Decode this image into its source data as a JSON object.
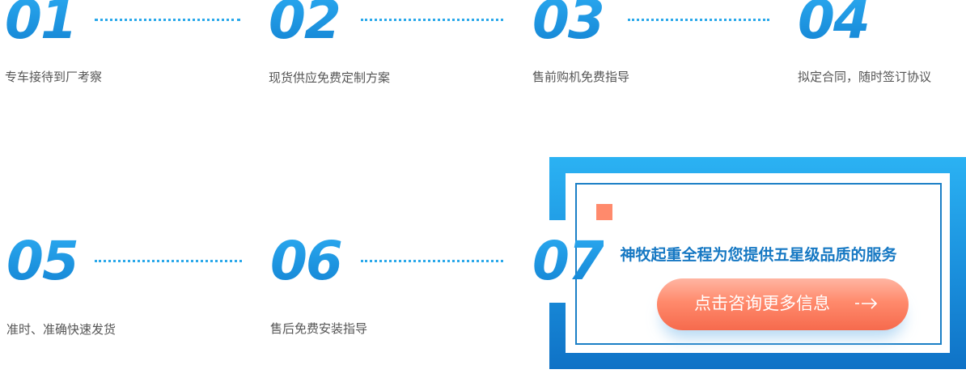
{
  "steps": [
    {
      "num": "01",
      "text": "专车接待到厂考察"
    },
    {
      "num": "02",
      "text": "现货供应免费定制方案"
    },
    {
      "num": "03",
      "text": "售前购机免费指导"
    },
    {
      "num": "04",
      "text": "拟定合同，随时签订协议"
    },
    {
      "num": "05",
      "text": "准时、准确快速发货"
    },
    {
      "num": "06",
      "text": "售后免费安装指导"
    },
    {
      "num": "07"
    }
  ],
  "cta": {
    "title": "神牧起重全程为您提供五星级品质的服务",
    "button_label": "点击咨询更多信息",
    "button_icon": "arrow-right-icon"
  },
  "colors": {
    "number_blue": "#1a93dd",
    "dots_blue": "#2aa8ea",
    "panel_blue": "#1a8fdc",
    "title_blue": "#1678c3",
    "button_coral": "#ff8a6c",
    "accent_square": "#ff8a6c",
    "body_text": "#555555"
  }
}
